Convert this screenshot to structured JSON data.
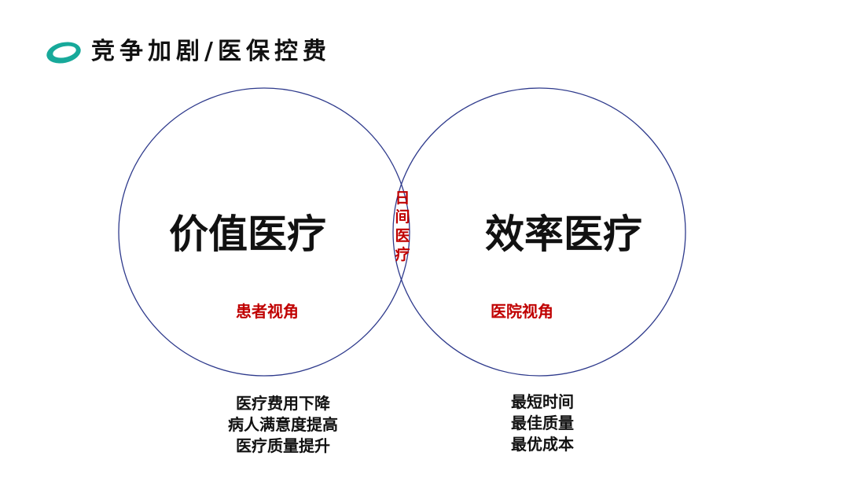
{
  "title": "竞争加剧/医保控费",
  "logo": {
    "name": "logo-ring-icon",
    "color": "#17a99a"
  },
  "circle_color": "#2e3a8c",
  "left_circle": {
    "main_label": "价值医疗",
    "sub_label": "患者视角",
    "bullets": [
      "医疗费用下降",
      "病人满意度提高",
      "医疗质量提升"
    ]
  },
  "right_circle": {
    "main_label": "效率医疗",
    "sub_label": "医院视角",
    "bullets": [
      "最短时间",
      "最佳质量",
      "最优成本"
    ]
  },
  "intersection": {
    "label": "日间医疗"
  },
  "accent_color": "#c00000"
}
